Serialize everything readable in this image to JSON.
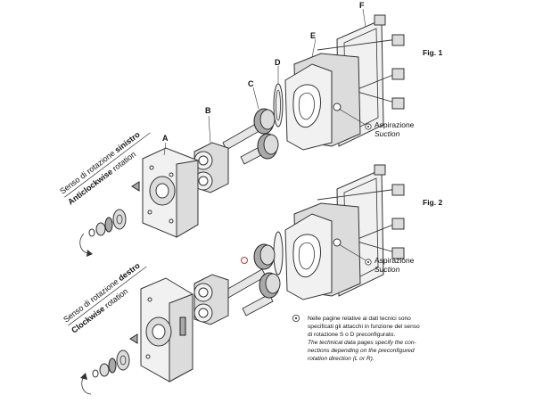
{
  "figures": {
    "fig1": "Fig. 1",
    "fig2": "Fig. 2"
  },
  "part_labels": {
    "a": "A",
    "b": "B",
    "c": "C",
    "d": "D",
    "e": "E",
    "f": "F"
  },
  "left_rotation": {
    "line1_prefix": "Senso di rotazione ",
    "line1_bold": "sinistro",
    "line2_bold": "Anticlockwise",
    "line2_suffix": " rotation"
  },
  "right_rotation": {
    "line1_prefix": "Senso di rotazione ",
    "line1_bold": "destro",
    "line2_bold": "Clockwise",
    "line2_suffix": " rotation"
  },
  "inlet": {
    "it": "Aspirazione",
    "en": "Suction"
  },
  "note": {
    "it_lines": [
      "Nelle pagine relative ai dati tecnici sono",
      "specificati gli attacchi in funzione del senso",
      "di rotazione S o D preconfigurato."
    ],
    "en_lines": [
      "The technical data pages specify the con-",
      "nections depending on the preconfigured",
      "rotation direction (L or R)."
    ]
  },
  "symbols": {
    "inlet_marker": "circle-dot-icon"
  },
  "colors": {
    "line": "#333333",
    "body_fill": "#dcdcdc",
    "dark_fill": "#a9a9a9"
  }
}
